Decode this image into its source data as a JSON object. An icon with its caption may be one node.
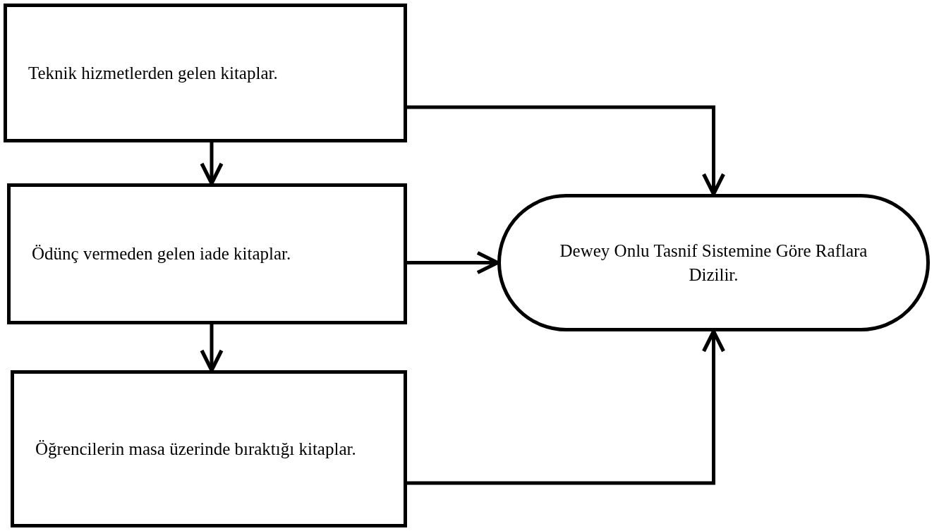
{
  "diagram": {
    "nodes": [
      {
        "text": [
          "Teknik hizmetlerden gelen kitaplar."
        ]
      },
      {
        "text": [
          "Ödünç vermeden gelen iade kitaplar."
        ]
      },
      {
        "text": [
          "Öğrencilerin masa  üzerinde bıraktığı kitaplar."
        ]
      },
      {
        "text": [
          "Dewey Onlu Tasnif  Sistemine Göre Raflara Dizilir."
        ]
      }
    ],
    "edges": [
      {
        "from": 0,
        "to": 3,
        "arrow": "to"
      },
      {
        "from": 0,
        "to": 1,
        "arrow": "to"
      },
      {
        "from": 1,
        "to": 3,
        "arrow": "to"
      },
      {
        "from": 1,
        "to": 2,
        "arrow": "to"
      },
      {
        "from": 2,
        "to": 3,
        "arrow": "to"
      }
    ]
  }
}
